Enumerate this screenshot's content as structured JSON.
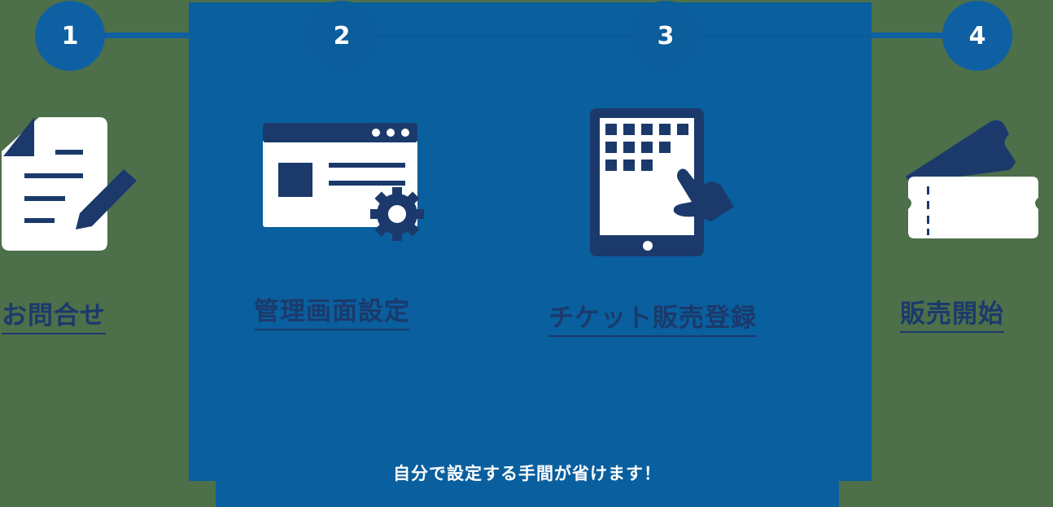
{
  "colors": {
    "background": "#4d6f4a",
    "panel": "#0a5f9e",
    "circle": "#0e60a3",
    "navy": "#1b3a6b",
    "white": "#ffffff"
  },
  "steps": [
    {
      "number": "1",
      "label": "お問合せ",
      "icon": "document-pen-icon"
    },
    {
      "number": "2",
      "label": "管理画面設定",
      "icon": "browser-gear-icon"
    },
    {
      "number": "3",
      "label": "チケット販売登録",
      "icon": "tablet-touch-icon"
    },
    {
      "number": "4",
      "label": "販売開始",
      "icon": "tickets-icon"
    }
  ],
  "panel_note": "自分で設定する手間が省けます！"
}
